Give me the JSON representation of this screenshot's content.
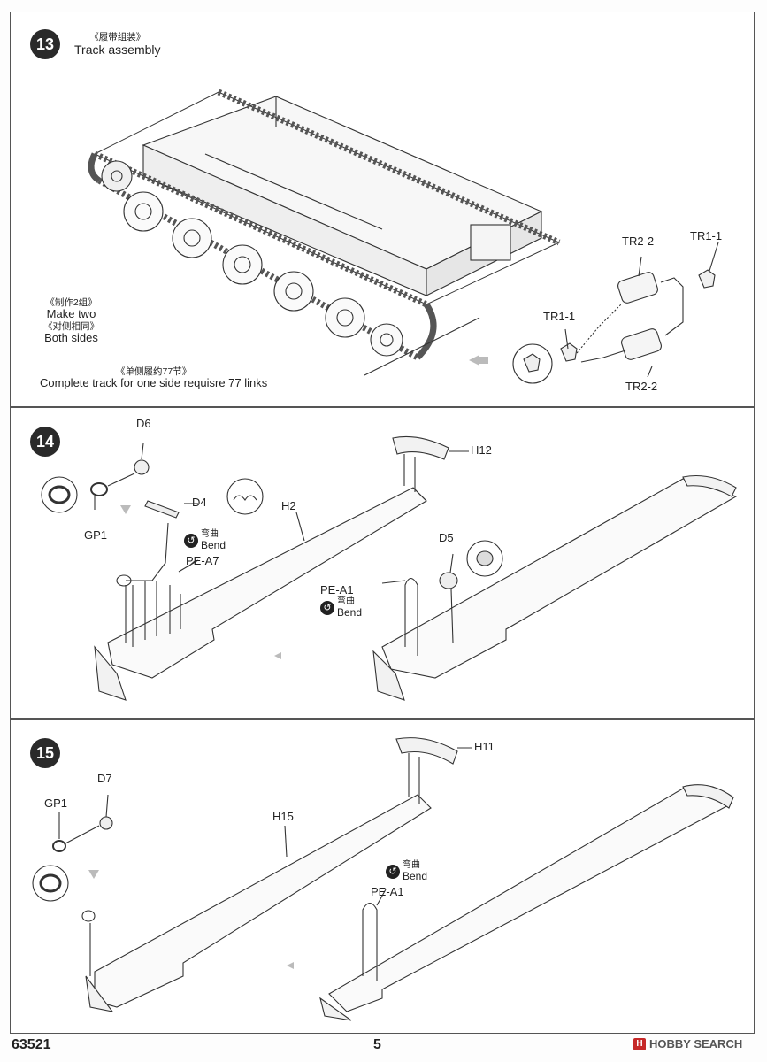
{
  "step13": {
    "number": "13",
    "title_cn": "《履带组装》",
    "title_en": "Track assembly",
    "note1_cn": "《制作2组》",
    "note1_en": "Make two",
    "note2_cn": "《对侧相同》",
    "note2_en": "Both sides",
    "note3_cn": "《单侧履约77节》",
    "note3_en": "Complete track for one side requisre 77 links",
    "parts": {
      "tr2_2_top": "TR2-2",
      "tr1_1_right": "TR1-1",
      "tr1_1_left": "TR1-1",
      "tr2_2_bottom": "TR2-2"
    }
  },
  "step14": {
    "number": "14",
    "parts": {
      "d6": "D6",
      "d4": "D4",
      "gp1": "GP1",
      "h2": "H2",
      "pe_a7": "PE-A7",
      "h12": "H12",
      "d5": "D5",
      "pe_a1": "PE-A1"
    },
    "bend_cn": "弯曲",
    "bend_en": "Bend"
  },
  "step15": {
    "number": "15",
    "parts": {
      "h11": "H11",
      "d7": "D7",
      "gp1": "GP1",
      "h15": "H15",
      "pe_a1": "PE-A1"
    },
    "bend_cn": "弯曲",
    "bend_en": "Bend"
  },
  "footer": {
    "code": "63521",
    "page": "5"
  },
  "watermark": {
    "logo": "H",
    "text": "HOBBY SEARCH"
  }
}
